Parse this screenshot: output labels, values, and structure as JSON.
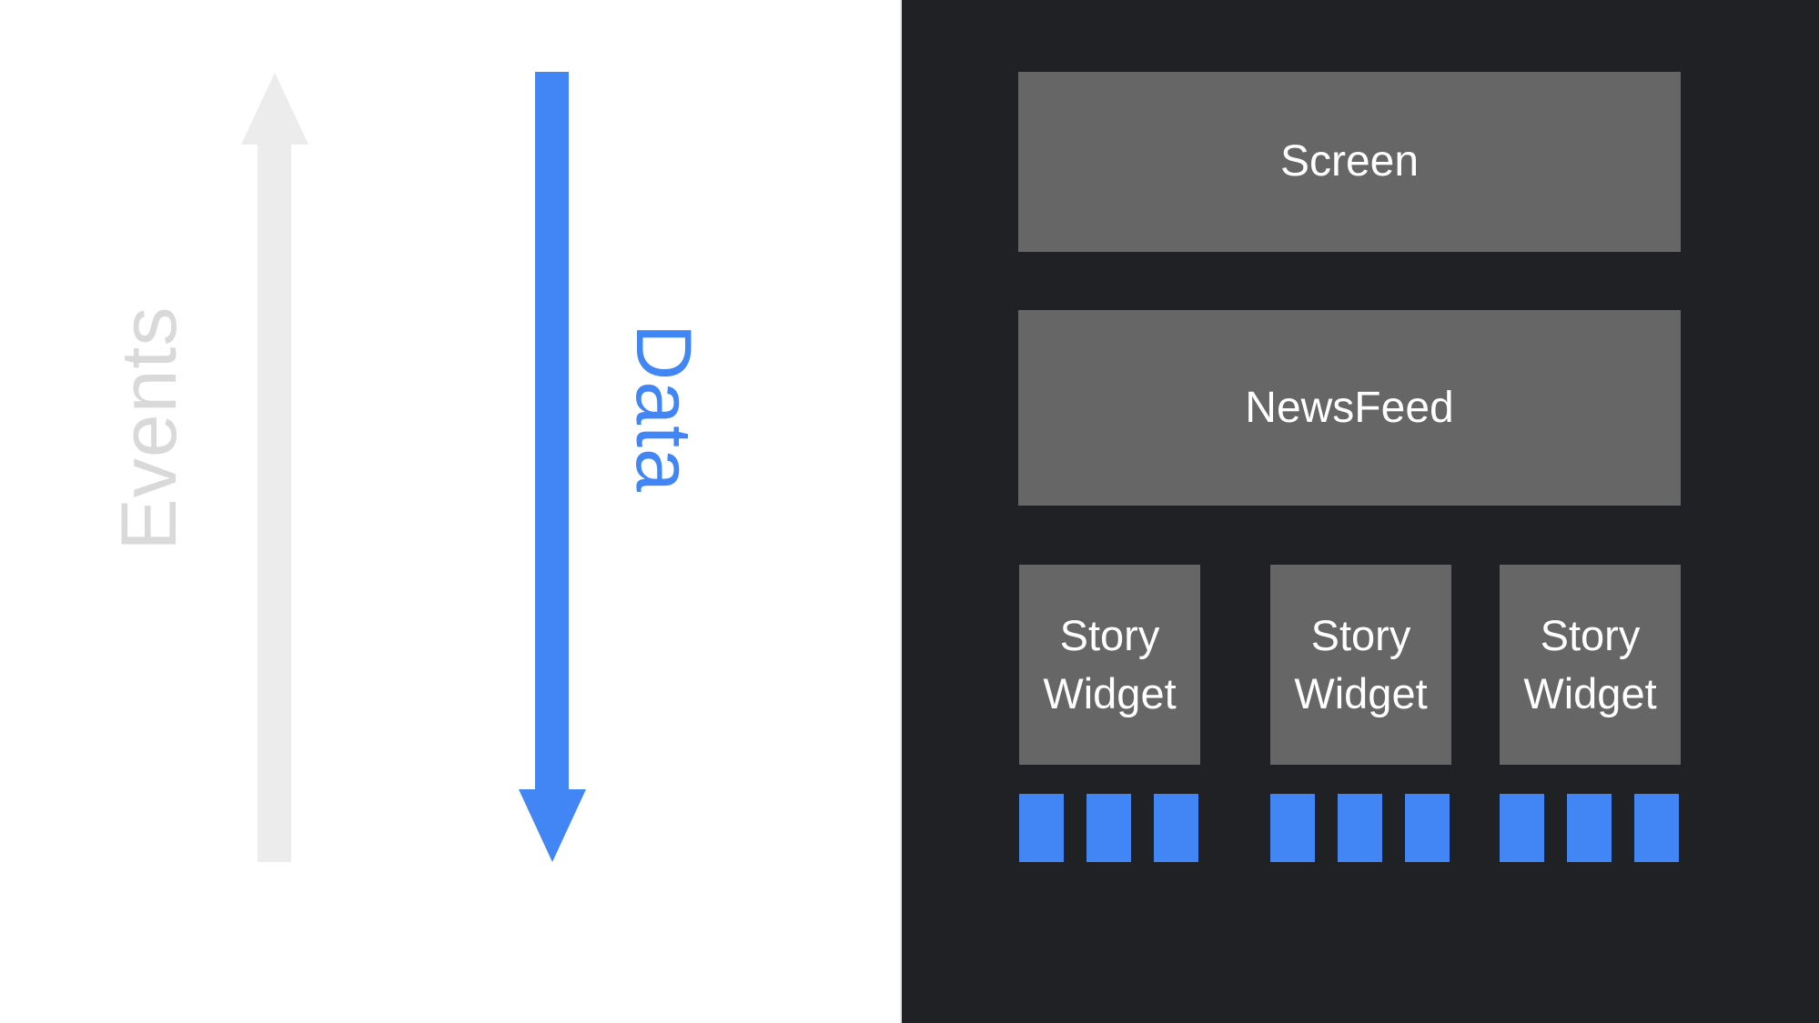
{
  "theme": {
    "page-bg": "#ffffff",
    "panel-bg": "#202124",
    "box-bg": "#666666",
    "box-text": "#ffffff",
    "accent-blue": "#4285f4",
    "muted-gray-text": "#d9d9d9",
    "muted-gray-arrow": "#ececec",
    "divider": "#e4e7eb"
  },
  "diagram": {
    "left_flow": {
      "events_label": "Events",
      "data_label": "Data"
    },
    "widget_tree": {
      "screen_label": "Screen",
      "newsfeed_label": "NewsFeed",
      "story_widgets": [
        {
          "label": "Story Widget"
        },
        {
          "label": "Story Widget"
        },
        {
          "label": "Story Widget"
        }
      ]
    }
  }
}
